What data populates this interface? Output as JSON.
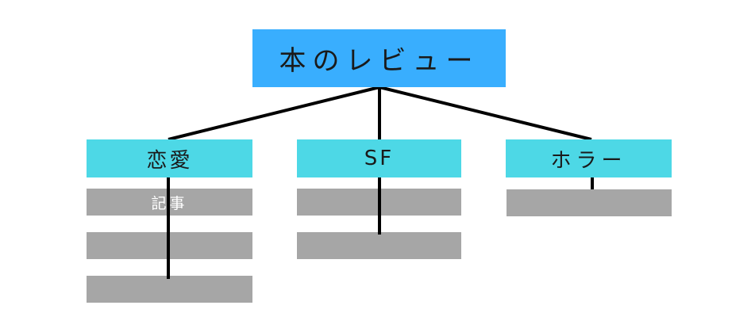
{
  "root": {
    "label": "本のレビュー"
  },
  "categories": [
    {
      "label": "恋愛",
      "articles": [
        "記事",
        "",
        ""
      ]
    },
    {
      "label": "SF",
      "articles": [
        "",
        ""
      ]
    },
    {
      "label": "ホラー",
      "articles": [
        ""
      ]
    }
  ],
  "colors": {
    "root": "#39aefe",
    "category": "#4dd8e6",
    "article": "#a6a6a6",
    "connector": "#000000",
    "background": "#ffffff"
  }
}
